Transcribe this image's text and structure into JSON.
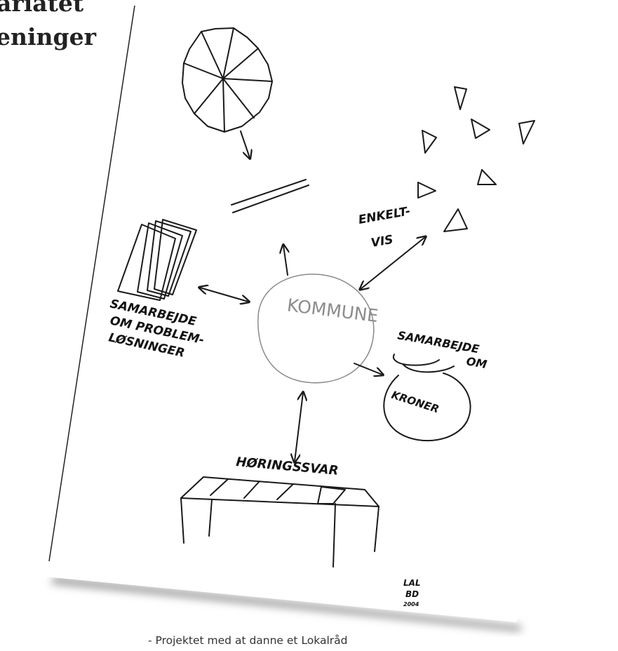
{
  "page": {
    "heading_line1": "ariatet",
    "heading_line2": "eninger",
    "caption": "- Projektet med at danne et Lokalråd"
  },
  "sketch": {
    "center_label": "KOMMUNE",
    "label_enkeltvis_1": "ENKELT-",
    "label_enkeltvis_2": "VIS",
    "label_problem_1": "SAMARBEJDE",
    "label_problem_2": "OM PROBLEM-",
    "label_problem_3": "LØSNINGER",
    "label_kroner_1": "SAMARBEJDE",
    "label_kroner_2": "OM",
    "label_kroner_bag": "KRONER",
    "label_hoeringssvar": "HØRINGSSVAR",
    "signature_1": "LAL",
    "signature_2": "BD",
    "signature_3": "2004"
  },
  "colors": {
    "ink": "#1a1a1a",
    "paper": "#ffffff",
    "shadow": "#9a9a9a",
    "kommune_text": "#8c8c8c"
  }
}
